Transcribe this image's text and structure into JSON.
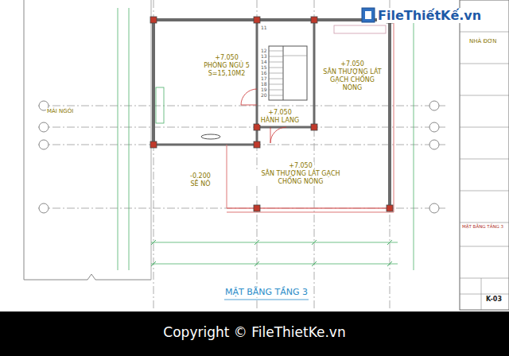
{
  "diagram": {
    "title": "MẶT BẰNG TẦNG 3",
    "nodes": [
      {
        "text": [
          "+7.050",
          "PHÒNG NGỦ 5",
          "S=15,10M2"
        ]
      },
      {
        "text": [
          "+7.050",
          "HÀNH LANG"
        ]
      },
      {
        "text": [
          "+7.050",
          "SÂN THƯỢNG LÁT GẠCH CHỐNG NÓNG"
        ]
      },
      {
        "text": [
          "+7.050",
          "SÂN THƯỢNG LÁT GẠCH CHỐNG NÓNG"
        ]
      },
      {
        "text": [
          "-0.200",
          "SÊ NÔ"
        ]
      }
    ],
    "labels": [
      "11",
      "12",
      "13",
      "14",
      "15",
      "16",
      "17",
      "18",
      "19",
      "20",
      "MÁI NGÓI",
      "NHÀ ĐƠN",
      "MẶT BẰNG TẦNG 3",
      "K-03",
      "FileThiếtKế.vn",
      "Copyright © FileThietKe.vn"
    ]
  }
}
